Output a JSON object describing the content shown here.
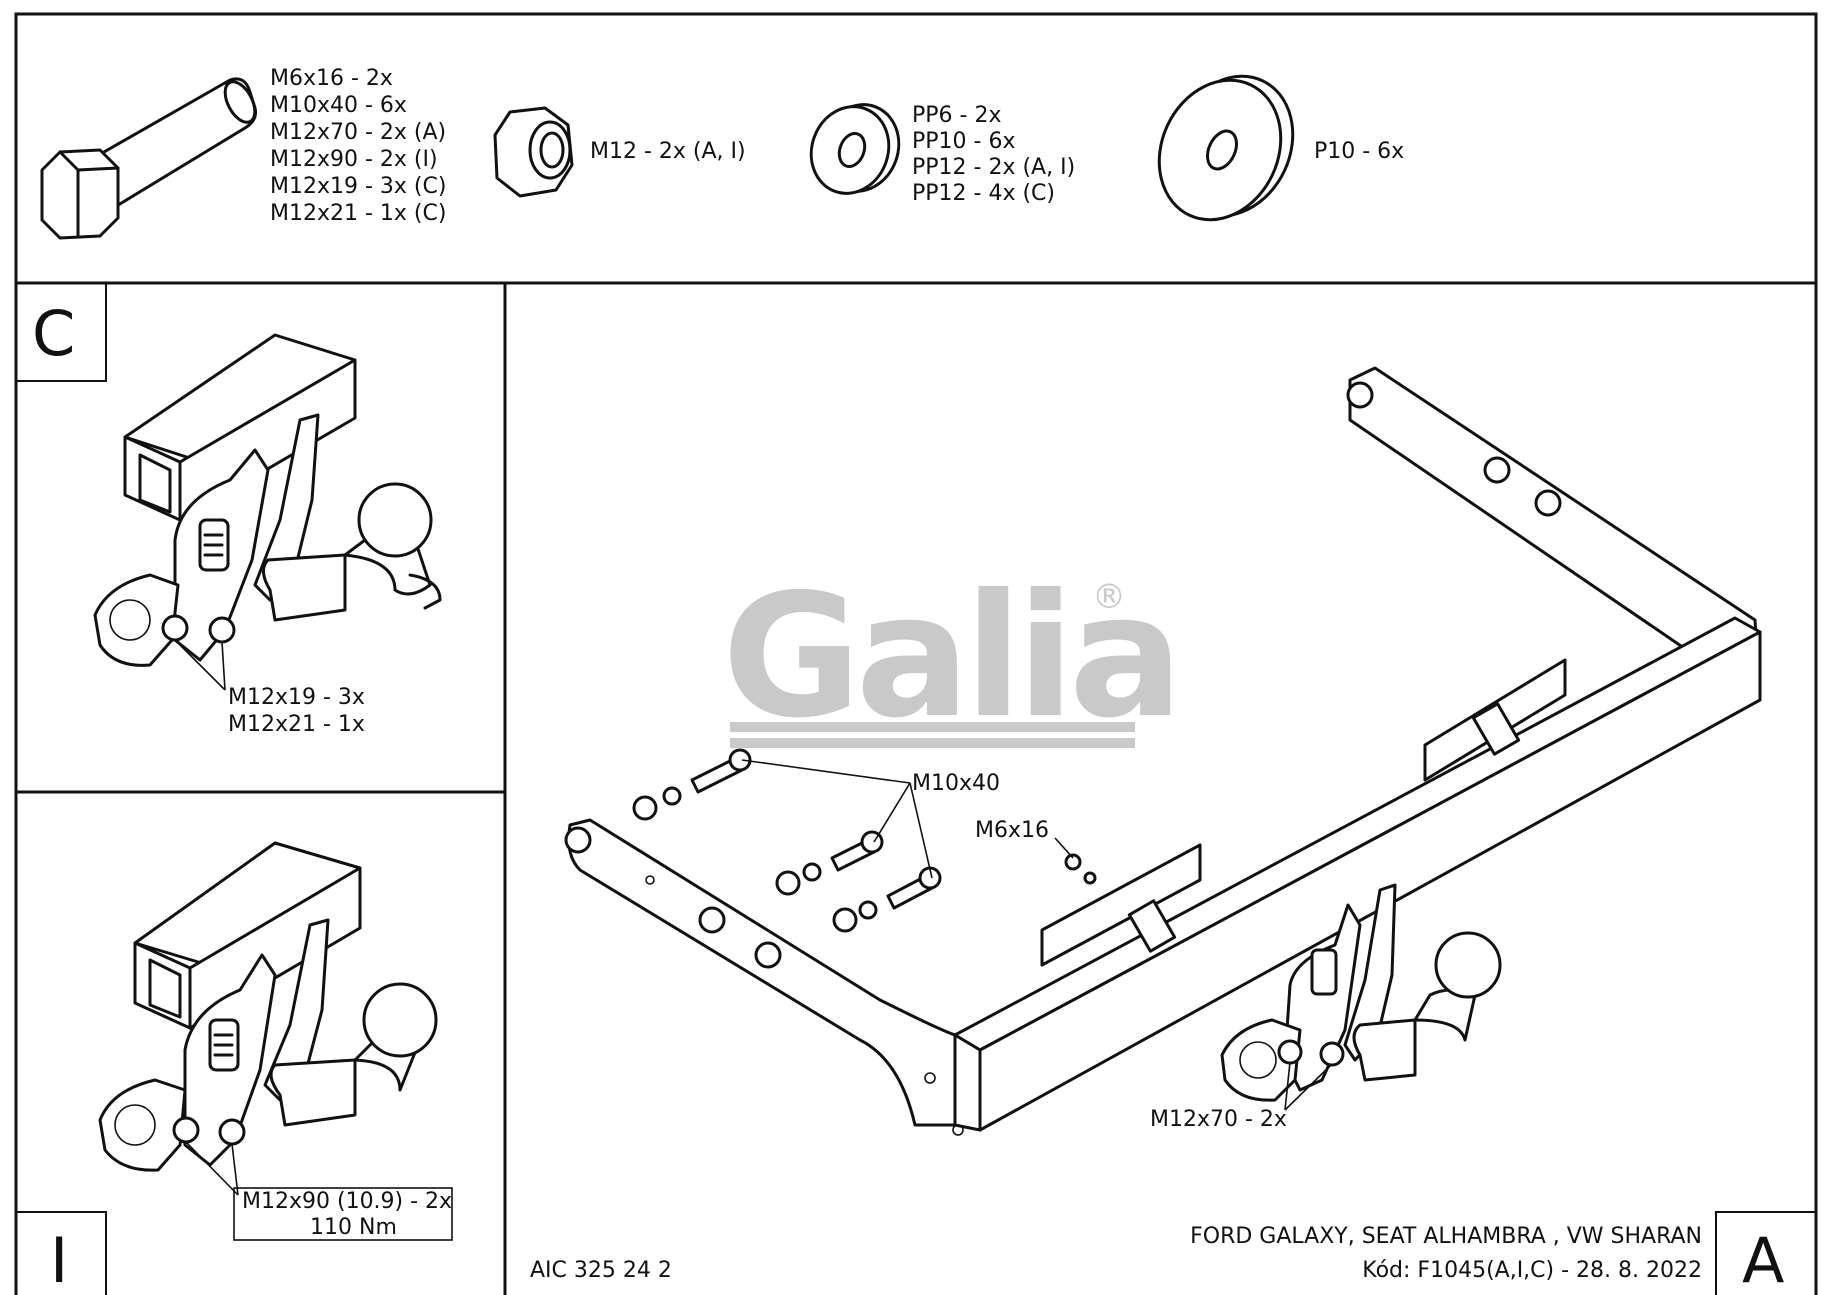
{
  "parts": {
    "bolts": [
      "M6x16 - 2x",
      "M10x40 - 6x",
      "M12x70 - 2x (A)",
      "M12x90 - 2x (I)",
      "M12x19 - 3x (C)",
      "M12x21 - 1x (C)"
    ],
    "nut": "M12 - 2x (A, I)",
    "washers": [
      "PP6 - 2x",
      "PP10 - 6x",
      "PP12 - 2x (A, I)",
      "PP12 - 4x (C)"
    ],
    "large_washer": "P10 - 6x"
  },
  "panel_c": {
    "letter": "C",
    "labels": [
      "M12x19 - 3x",
      "M12x21 - 1x"
    ]
  },
  "panel_i": {
    "letter": "I",
    "labels": [
      "M12x90 (10.9) - 2x",
      "110 Nm"
    ]
  },
  "panel_a": {
    "letter": "A",
    "callouts": {
      "m10x40": "M10x40",
      "m6x16": "M6x16",
      "m12x70": "M12x70 - 2x"
    }
  },
  "logo": {
    "text": "Galia",
    "mark": "®"
  },
  "footer": {
    "code": "AIC 325 24 2",
    "vehicles": "FORD GALAXY, SEAT ALHAMBRA , VW SHARAN",
    "kod": "Kód: F1045(A,I,C) - 28. 8. 2022"
  }
}
